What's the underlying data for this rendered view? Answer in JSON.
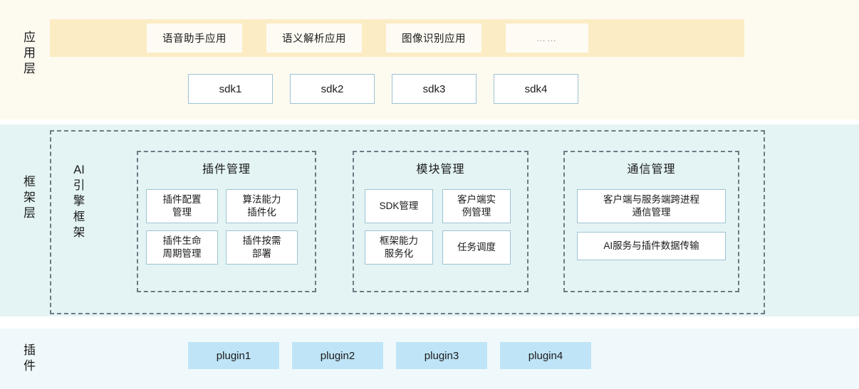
{
  "layers": [
    {
      "id": "application",
      "label_chars": [
        "应",
        "用",
        "层"
      ]
    },
    {
      "id": "framework",
      "label_chars": [
        "框",
        "架",
        "层"
      ]
    },
    {
      "id": "plugin",
      "label_chars": [
        "插",
        "件"
      ]
    }
  ],
  "application_layer": {
    "apps": [
      {
        "label": "语音助手应用"
      },
      {
        "label": "语义解析应用"
      },
      {
        "label": "图像识别应用"
      },
      {
        "label": "……"
      }
    ],
    "sdks": [
      {
        "label": "sdk1"
      },
      {
        "label": "sdk2"
      },
      {
        "label": "sdk3"
      },
      {
        "label": "sdk4"
      }
    ]
  },
  "framework_layer": {
    "engine_label_chars": [
      "AI",
      "引",
      "擎",
      "框",
      "架"
    ],
    "groups": [
      {
        "id": "plugin-management",
        "title": "插件管理",
        "cells": [
          {
            "label": "插件配置\n管理"
          },
          {
            "label": "算法能力\n插件化"
          },
          {
            "label": "插件生命\n周期管理"
          },
          {
            "label": "插件按需\n部署"
          }
        ]
      },
      {
        "id": "module-management",
        "title": "模块管理",
        "cells": [
          {
            "label": "SDK管理"
          },
          {
            "label": "客户端实\n例管理"
          },
          {
            "label": "框架能力\n服务化"
          },
          {
            "label": "任务调度"
          }
        ]
      },
      {
        "id": "communication-management",
        "title": "通信管理",
        "cells": [
          {
            "label": "客户端与服务端跨进程\n通信管理"
          },
          {
            "label": "AI服务与插件数据传输"
          }
        ]
      }
    ]
  },
  "plugin_layer": {
    "plugins": [
      {
        "label": "plugin1"
      },
      {
        "label": "plugin2"
      },
      {
        "label": "plugin3"
      },
      {
        "label": "plugin4"
      }
    ]
  },
  "colors": {
    "application_band": "#fdfaf0",
    "application_strip": "#fcecc4",
    "application_chip": "#fdfbf3",
    "framework_band": "#e4f4f4",
    "plugin_band": "#eff9fb",
    "plugin_chip": "#bfe4f7",
    "box_border": "#9dc3d4",
    "dashed_border": "#6b7b85",
    "text": "#1a1a1a"
  }
}
